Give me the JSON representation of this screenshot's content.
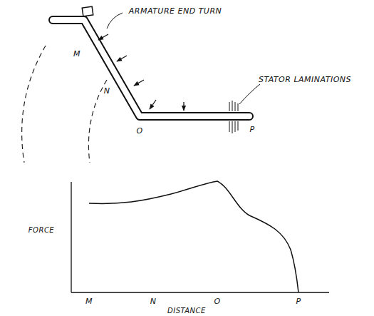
{
  "diagram": {
    "labels": [
      "ARMATURE END TURN",
      "STATOR LAMINATIONS",
      "M",
      "N",
      "O",
      "P",
      "FORCE",
      "M",
      "N",
      "O",
      "P",
      "DISTANCE"
    ]
  }
}
